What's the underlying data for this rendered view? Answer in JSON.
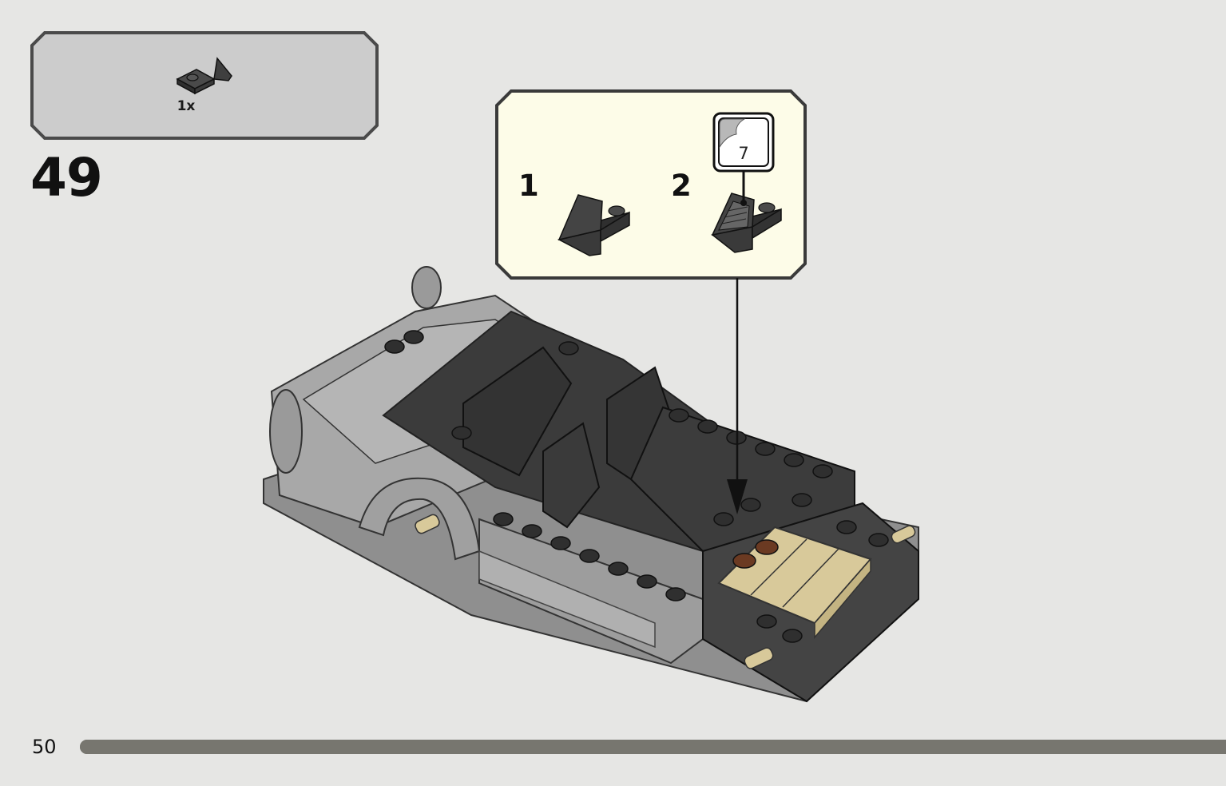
{
  "step": {
    "number": "49"
  },
  "parts_list": {
    "items": [
      {
        "icon": "sloped-plate-icon",
        "quantity": "1x",
        "color": "#3a3a3a"
      }
    ]
  },
  "callout": {
    "substeps": [
      {
        "number": "1",
        "icon": "slope-brick-icon"
      },
      {
        "number": "2",
        "icon": "slope-brick-with-sticker-icon"
      }
    ],
    "sticker": {
      "number": "7"
    },
    "background": "#fdfce8"
  },
  "footer": {
    "page_number": "50",
    "progress": 1.0
  },
  "colors": {
    "page_background": "#e6e6e4",
    "parts_box": "#cccccc",
    "progress": "#77766f",
    "tan": "#d8c99a",
    "dark_gray": "#3b3b3b",
    "light_gray": "#a8a8a8"
  }
}
